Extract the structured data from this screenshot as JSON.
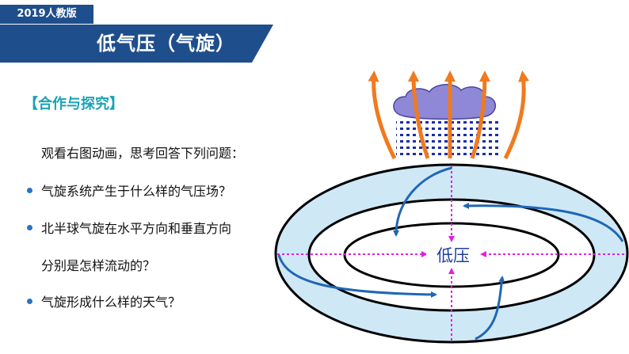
{
  "header": {
    "edition_badge": "2019人教版",
    "title": "低气压（气旋）"
  },
  "content": {
    "section_label": "【合作与探究】",
    "intro": "观看右图动画，思考回答下列问题：",
    "questions": [
      "气旋系统产生于什么样的气压场？",
      "北半球气旋在水平方向和垂直方向",
      "分别是怎样流动的？",
      "气旋形成什么样的天气？"
    ]
  },
  "diagram": {
    "center_label": "低压",
    "colors": {
      "ring_fill": "#cfe8f6",
      "ring_stroke": "#000000",
      "axis": "#e020e0",
      "horizontal_flow": "#1f67b5",
      "rising_air": "#f07a1e",
      "cloud": "#8e88d6",
      "rain": "#1a2ea8",
      "header_bar": "#1f4e8c",
      "section_text": "#19a3b5"
    }
  }
}
